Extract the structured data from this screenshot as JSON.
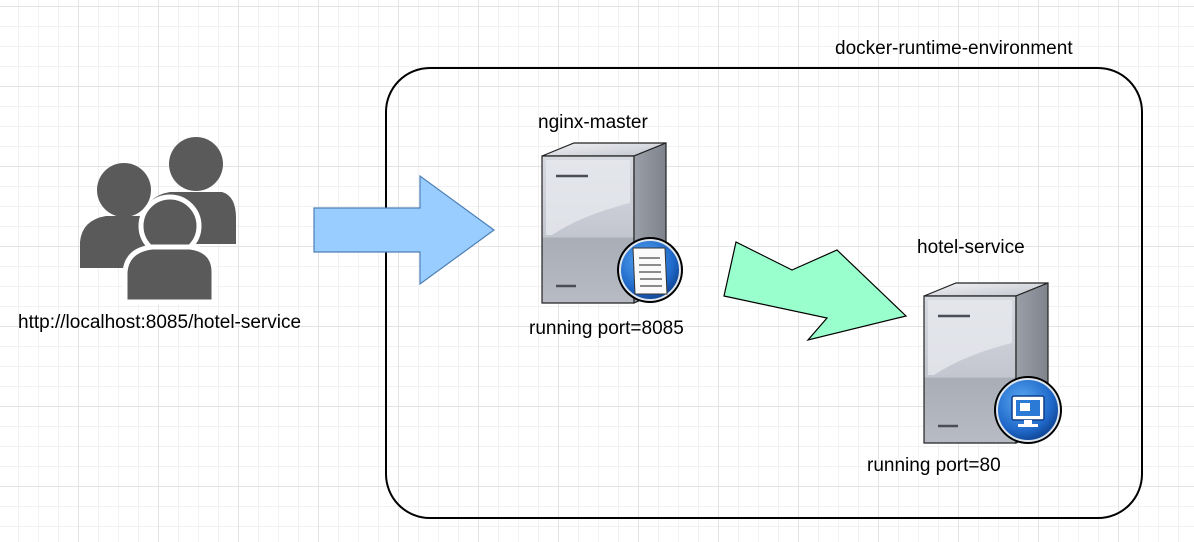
{
  "container": {
    "label": "docker-runtime-environment"
  },
  "client": {
    "label": "http://localhost:8085/hotel-service",
    "icon": "users-icon"
  },
  "nginx": {
    "title": "nginx-master",
    "port_label": "running port=8085",
    "icon": "server-icon",
    "badge_icon": "document-icon"
  },
  "hotel": {
    "title": "hotel-service",
    "port_label": "running port=80",
    "icon": "server-icon",
    "badge_icon": "monitor-icon"
  },
  "colors": {
    "request_arrow": "#99ccff",
    "forward_arrow": "#99ffcc",
    "server_light": "#c9ccd6",
    "server_dark": "#8e929b",
    "users": "#5a5a5a",
    "badge": "#1f68c9"
  }
}
